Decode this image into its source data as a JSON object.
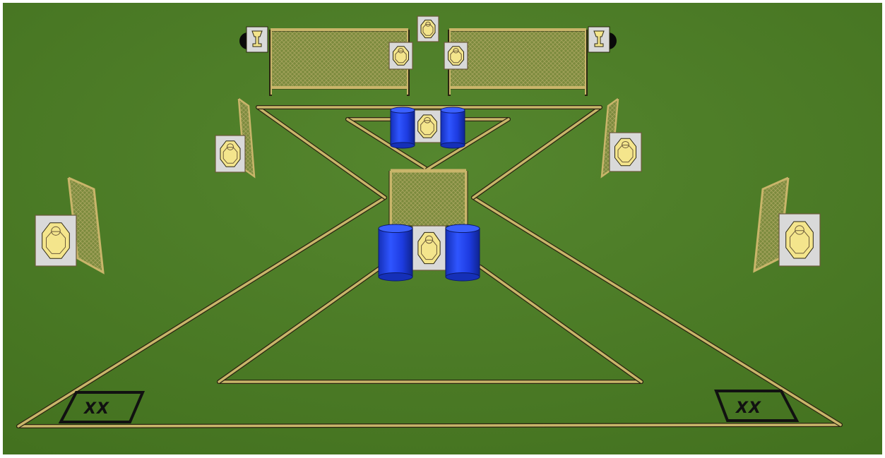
{
  "scene": {
    "ground_color": "#4f7f2a",
    "rail_color": "#c9b56a",
    "rail_edge_color": "#2b2611",
    "mesh_color": "#8b8f4a",
    "barrel_color": "#1f3fe0",
    "target_bg_color": "#d9d9d9",
    "target_face_color": "#f4e58c",
    "shooting_box_color": "#111111"
  },
  "shooting_boxes": [
    {
      "label": "XX"
    },
    {
      "label": "XX"
    }
  ],
  "targets": [
    {
      "kind": "paper"
    },
    {
      "kind": "paper"
    },
    {
      "kind": "paper"
    },
    {
      "kind": "paper"
    },
    {
      "kind": "paper"
    },
    {
      "kind": "paper"
    },
    {
      "kind": "paper"
    },
    {
      "kind": "paper"
    },
    {
      "kind": "paper"
    }
  ],
  "popper_targets": [
    {
      "kind": "popper"
    },
    {
      "kind": "popper"
    }
  ]
}
